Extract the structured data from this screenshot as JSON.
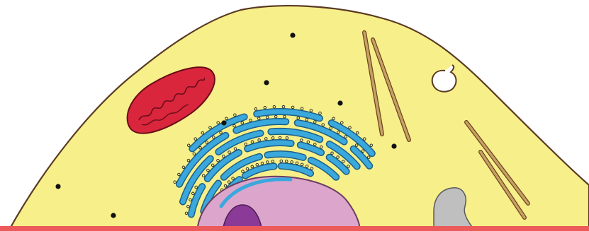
{
  "colors": {
    "background": "#ffffff",
    "cytoplasm": "#f7ef8a",
    "membrane": "#5a3a22",
    "mitochondrion_outer": "#d9263d",
    "mitochondrion_outline": "#6a0c18",
    "er": "#3aa8dc",
    "er_outline": "#1c5f86",
    "ribosome": "#f7ef8a",
    "nucleus": "#dca6cc",
    "nucleus_outline": "#6b3d62",
    "nucleolus": "#8c3a98",
    "filament": "#c8a063",
    "filament_outline": "#6a4520",
    "vesicle": "#bfbfbf",
    "bottom_band": "#ec5a5a"
  },
  "organelles": [
    "cell-membrane",
    "cytoplasm",
    "mitochondrion",
    "rough-endoplasmic-reticulum",
    "ribosomes",
    "nucleus",
    "nucleolus",
    "cytoskeleton-filaments",
    "endocytic-vesicle",
    "gray-vesicle",
    "cytoplasmic-granules"
  ]
}
